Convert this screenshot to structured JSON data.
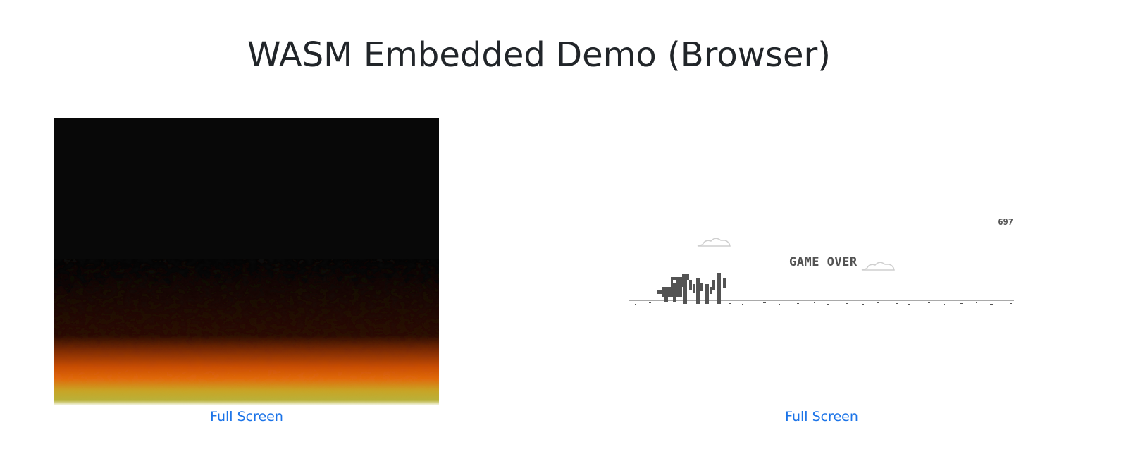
{
  "page": {
    "title": "WASM Embedded Demo (Browser)"
  },
  "demos": [
    {
      "name": "fire",
      "link_label": "Full Screen"
    },
    {
      "name": "dino",
      "link_label": "Full Screen",
      "score": "697",
      "status_text": "GAME OVER"
    }
  ],
  "colors": {
    "title": "#212529",
    "link": "#1a73e8",
    "fire_background": "#080808",
    "game_ink": "#535353"
  }
}
